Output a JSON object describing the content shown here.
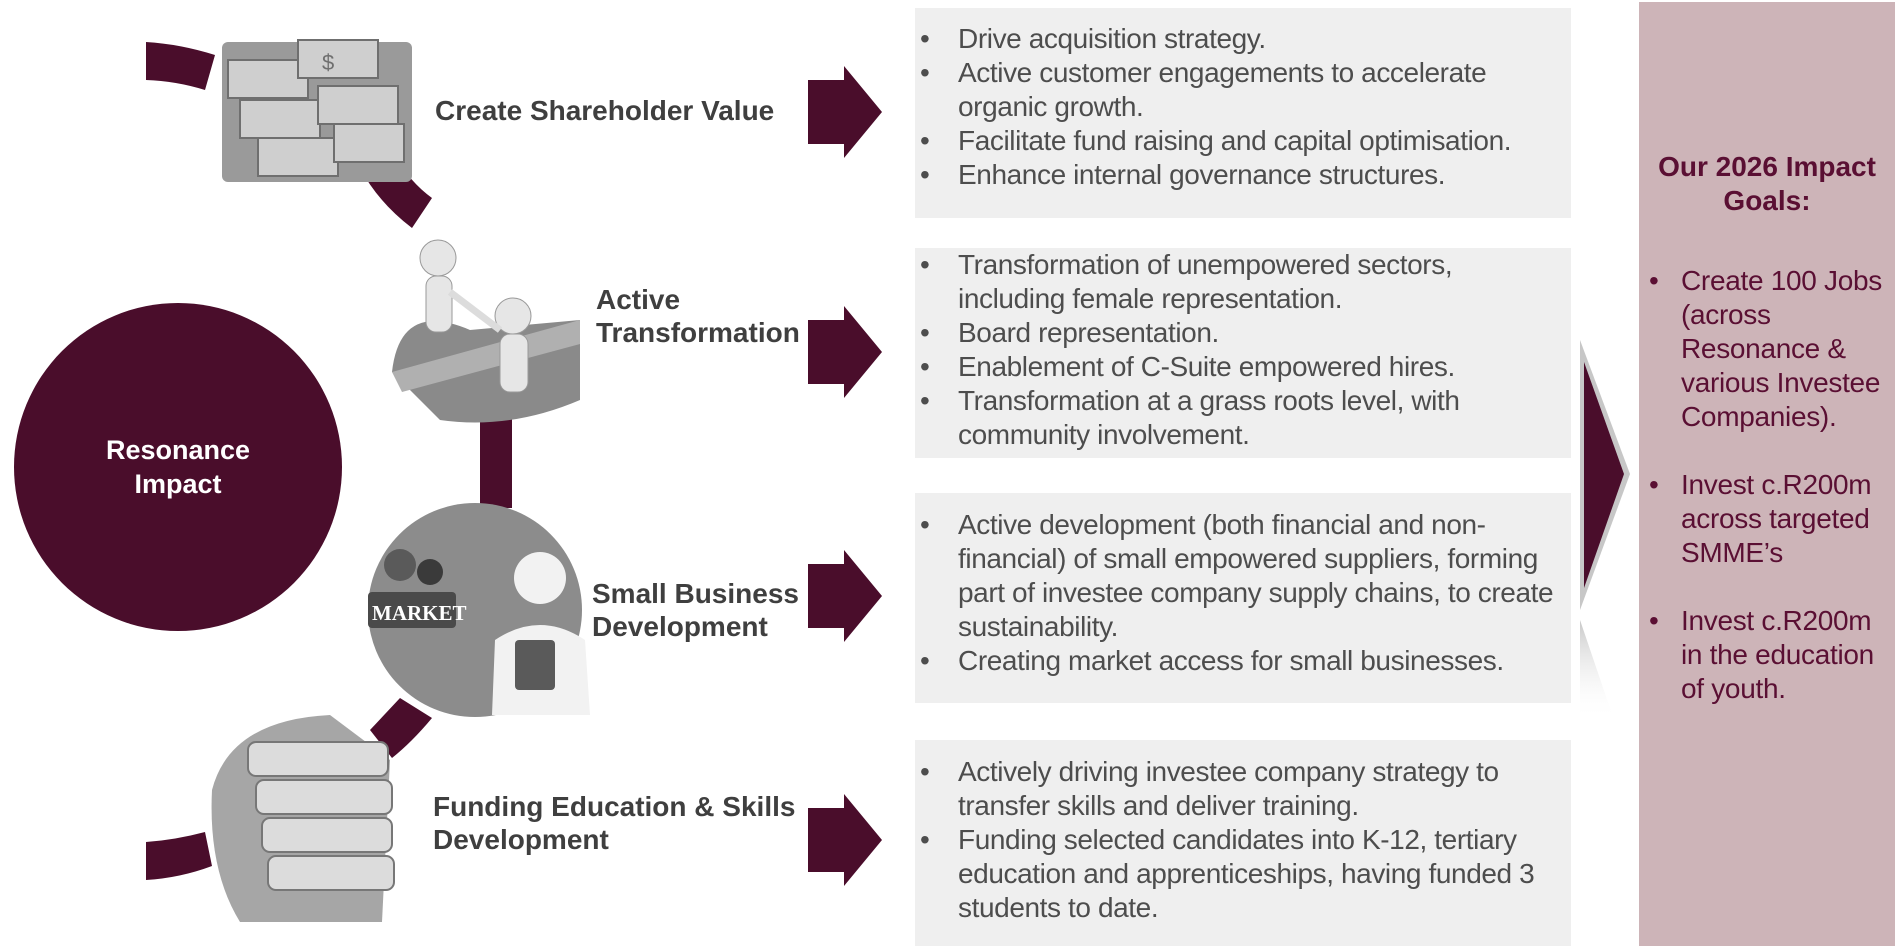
{
  "center": {
    "label": "Resonance\nImpact",
    "color": "#4a0d2b"
  },
  "pillars": [
    {
      "label": "Create Shareholder Value",
      "icon": "money-stack-icon"
    },
    {
      "label": "Active\nTransformation",
      "icon": "helping-hand-figures-icon"
    },
    {
      "label": "Small Business\nDevelopment",
      "icon": "market-vendor-icon"
    },
    {
      "label": "Funding Education & Skills\nDevelopment",
      "icon": "book-stack-icon"
    }
  ],
  "panels": [
    {
      "items": [
        "Drive acquisition strategy.",
        "Active customer engagements to accelerate organic growth.",
        "Facilitate fund raising and capital optimisation.",
        "Enhance internal governance structures."
      ]
    },
    {
      "items": [
        "Transformation of unempowered sectors, including female representation.",
        "Board representation.",
        "Enablement of C-Suite empowered hires.",
        "Transformation at a grass roots level, with community involvement."
      ]
    },
    {
      "items": [
        "Active development (both financial and non-financial) of small empowered suppliers, forming part of investee company supply chains, to create sustainability.",
        "Creating market access for small businesses."
      ]
    },
    {
      "items": [
        "Actively driving investee company strategy to transfer skills and deliver training.",
        "Funding selected candidates into K-12, tertiary education and apprenticeships, having funded 3 students to date."
      ]
    }
  ],
  "goals": {
    "title": "Our 2026 Impact Goals:",
    "items": [
      "Create 100 Jobs (across Resonance & various Investee Companies).",
      "Invest c.R200m across targeted SMME’s",
      "Invest c.R200m in the education of youth."
    ]
  },
  "colors": {
    "accent": "#4a0d2b",
    "panel": "#efefef",
    "goals_bg": "#cdb4b8",
    "goals_text": "#5a0f33"
  }
}
